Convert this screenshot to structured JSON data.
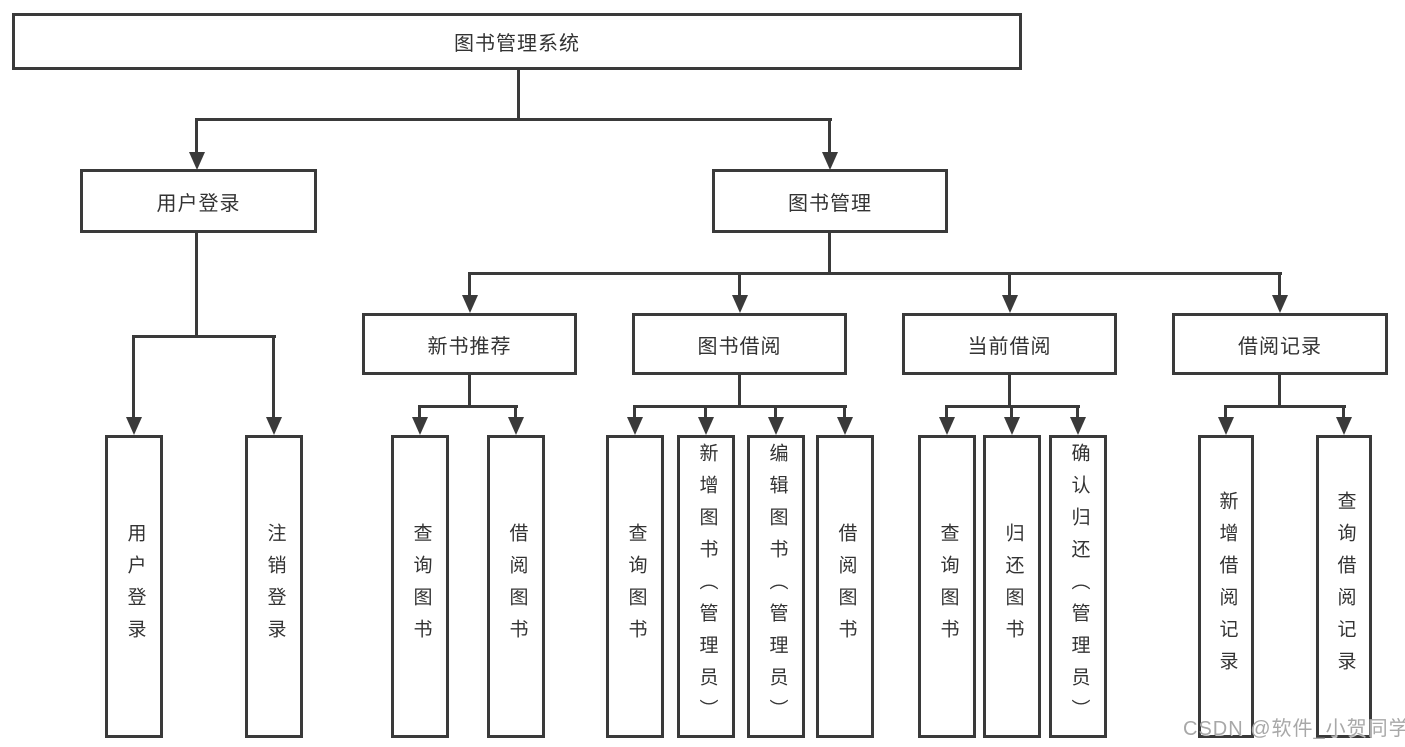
{
  "diagram": {
    "root": "图书管理系统",
    "branches": [
      {
        "label": "用户登录",
        "leaves": [
          "用户登录",
          "注销登录"
        ]
      },
      {
        "label": "图书管理",
        "groups": [
          {
            "label": "新书推荐",
            "leaves": [
              "查询图书",
              "借阅图书"
            ]
          },
          {
            "label": "图书借阅",
            "leaves": [
              "查询图书",
              "新增图书（管理员）",
              "编辑图书（管理员）",
              "借阅图书"
            ]
          },
          {
            "label": "当前借阅",
            "leaves": [
              "查询图书",
              "归还图书",
              "确认归还（管理员）"
            ]
          },
          {
            "label": "借阅记录",
            "leaves": [
              "新增借阅记录",
              "查询借阅记录"
            ]
          }
        ]
      }
    ],
    "watermark": "CSDN @软件_小贺同学",
    "colors": {
      "line": "#3a3a3a",
      "text": "#333333",
      "watermark": "#a8a8a8",
      "background": "#ffffff"
    }
  }
}
